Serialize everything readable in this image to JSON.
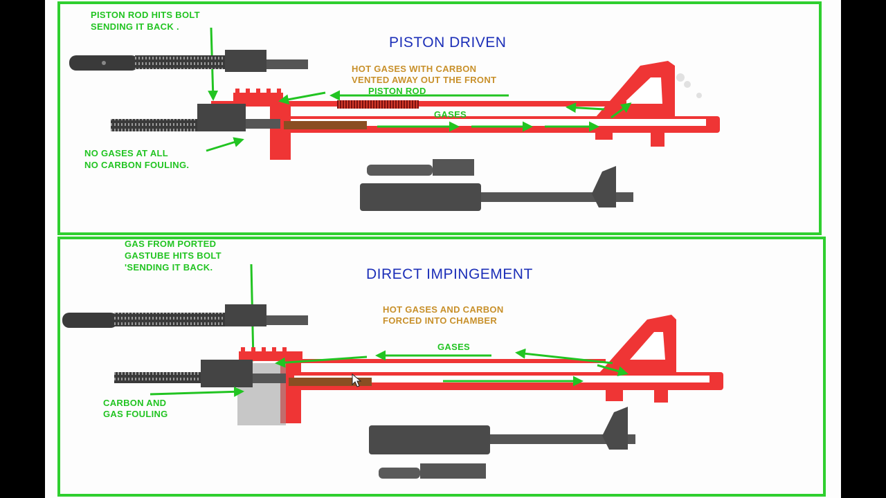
{
  "colors": {
    "frame": "#2fcf2f",
    "annotation": "#22c422",
    "title": "#1c2fb8",
    "gas_note": "#c8902a",
    "rifle_body": "#ef3535",
    "carbon_tube": "#8a4e22",
    "bolt_metal": "#3a3a3a"
  },
  "piston_panel": {
    "title": "PISTON DRIVEN",
    "bolt_note": [
      "PISTON ROD HITS BOLT",
      "SENDING IT BACK ."
    ],
    "gas_note": [
      "HOT GASES WITH CARBON",
      "VENTED AWAY OUT THE FRONT"
    ],
    "rod_label": "PISTON ROD",
    "gases_label": "GASES",
    "fouling_note": [
      "NO GASES AT ALL",
      "NO CARBON FOULING."
    ]
  },
  "di_panel": {
    "title": "DIRECT IMPINGEMENT",
    "bolt_note": [
      "GAS FROM PORTED",
      "GASTUBE HITS BOLT",
      "'SENDING IT BACK."
    ],
    "gas_note": [
      "HOT GASES AND CARBON",
      "FORCED INTO CHAMBER"
    ],
    "gases_label": "GASES",
    "fouling_note": [
      "CARBON AND",
      "GAS FOULING"
    ]
  },
  "icons": [
    "arrow-icon",
    "cursor-icon"
  ]
}
